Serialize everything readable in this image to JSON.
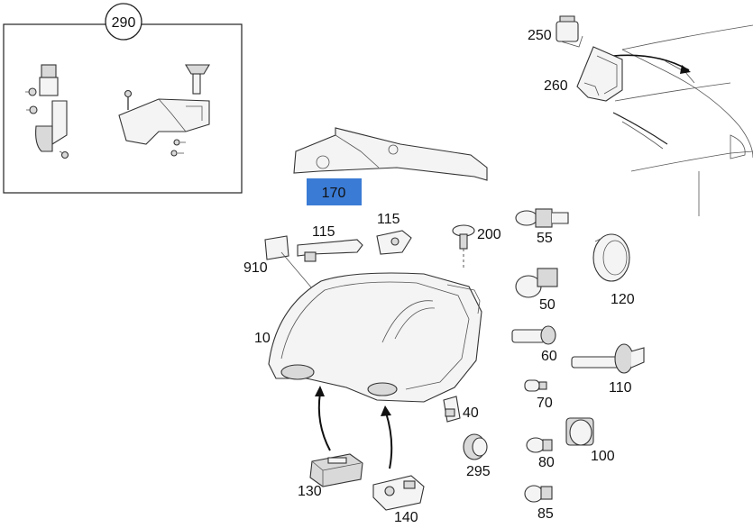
{
  "parts": {
    "p290": "290",
    "p250": "250",
    "p260": "260",
    "p170": "170",
    "p115a": "115",
    "p115b": "115",
    "p200": "200",
    "p55": "55",
    "p910": "910",
    "p120": "120",
    "p50": "50",
    "p10": "10",
    "p60": "60",
    "p110": "110",
    "p70": "70",
    "p40": "40",
    "p100": "100",
    "p80": "80",
    "p295": "295",
    "p130": "130",
    "p140": "140",
    "p85": "85"
  },
  "colors": {
    "highlight": "#3a7bd5",
    "line": "#222222",
    "part_fill": "#f4f4f4"
  }
}
